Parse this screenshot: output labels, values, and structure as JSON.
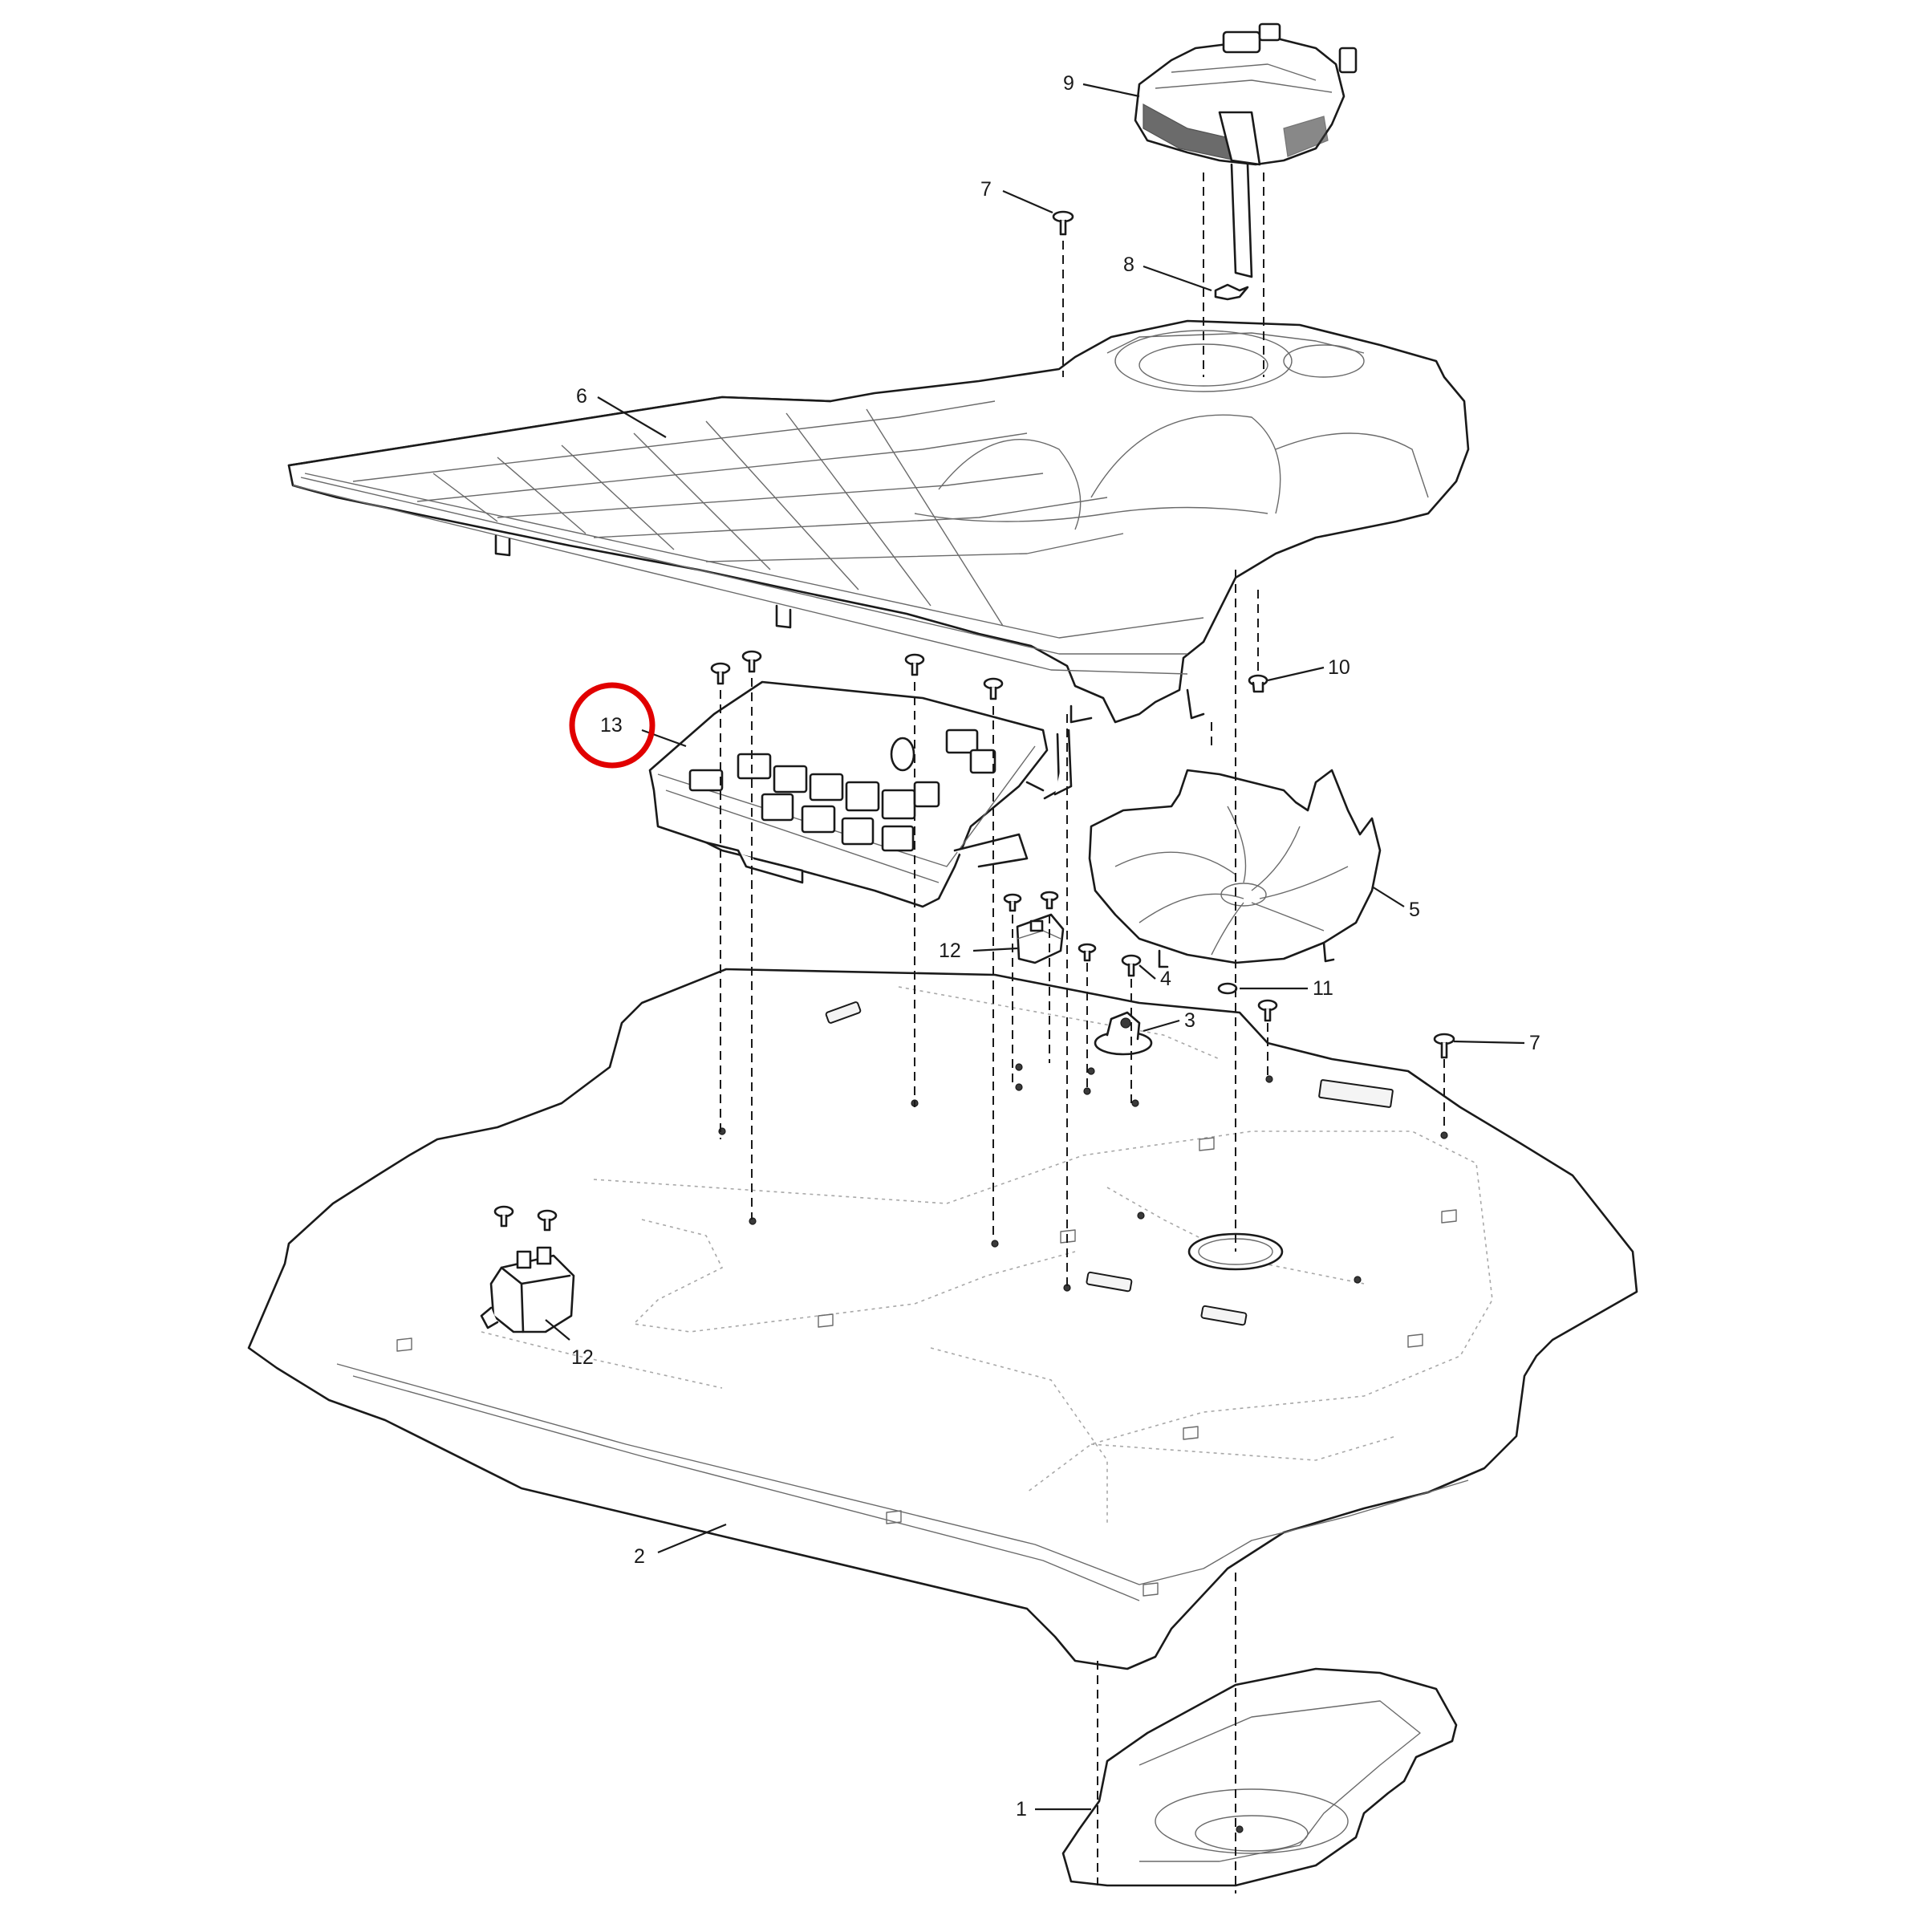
{
  "callouts": {
    "c1": "1",
    "c2": "2",
    "c3": "3",
    "c4": "4",
    "c5": "5",
    "c6": "6",
    "c7a": "7",
    "c7b": "7",
    "c8": "8",
    "c9": "9",
    "c10": "10",
    "c11": "11",
    "c12a": "12",
    "c12b": "12",
    "c13": "13"
  },
  "colors": {
    "line": "#1a1a1a",
    "highlight": "#e10000",
    "background": "#ffffff"
  }
}
